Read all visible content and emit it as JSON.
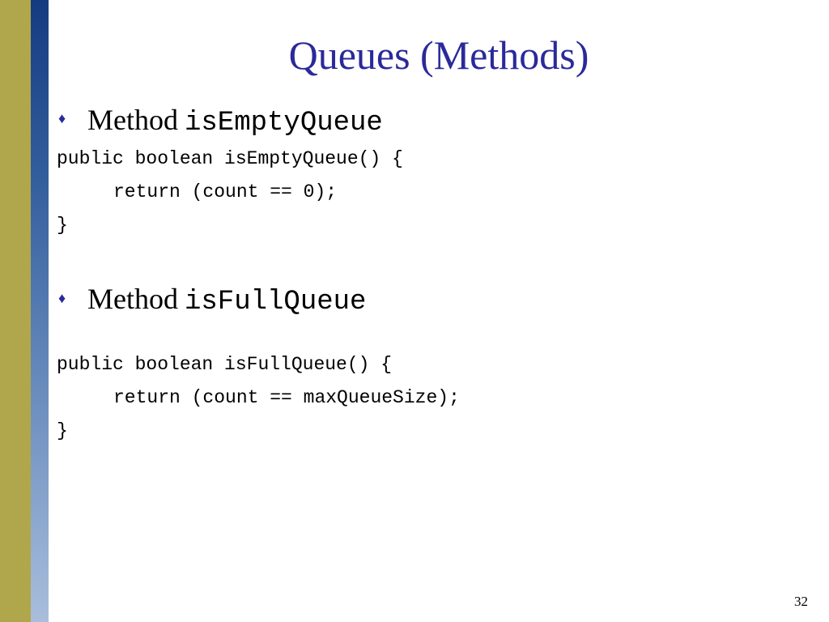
{
  "slide": {
    "title": "Queues (Methods)",
    "page_number": "32",
    "sections": [
      {
        "bullet": "♦",
        "label": "Method",
        "method_name": "isEmptyQueue",
        "code": [
          "public boolean isEmptyQueue() {",
          "return (count == 0);",
          "}"
        ]
      },
      {
        "bullet": "♦",
        "label": "Method",
        "method_name": "isFullQueue",
        "code": [
          "public boolean isFullQueue() {",
          "return (count == maxQueueSize);",
          "}"
        ]
      }
    ]
  },
  "colors": {
    "title": "#2a2a9a",
    "sidebar_olive": "#b0a64c",
    "sidebar_blue": "#143b80"
  }
}
